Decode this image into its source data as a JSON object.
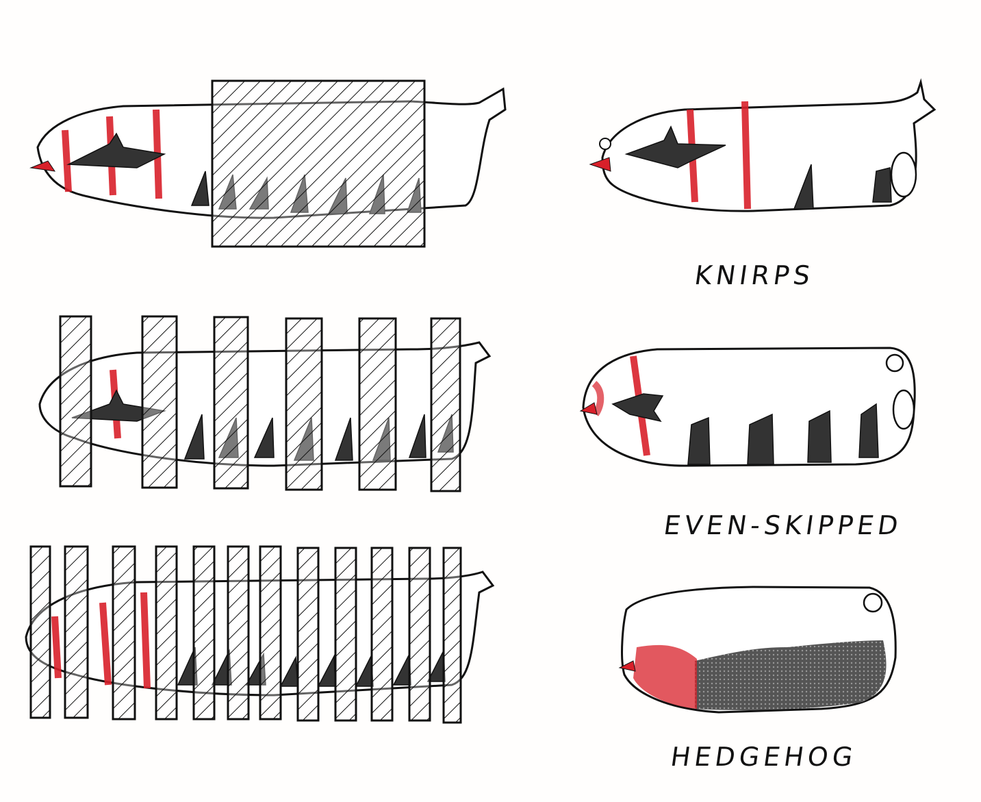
{
  "labels": {
    "knirps": "KNIRPS",
    "even_skipped": "EVEN-SKIPPED",
    "hedgehog": "HEDGEHOG"
  },
  "colors": {
    "ink": "#111111",
    "stripe_red": "#d8202a",
    "denticle": "#333333"
  }
}
